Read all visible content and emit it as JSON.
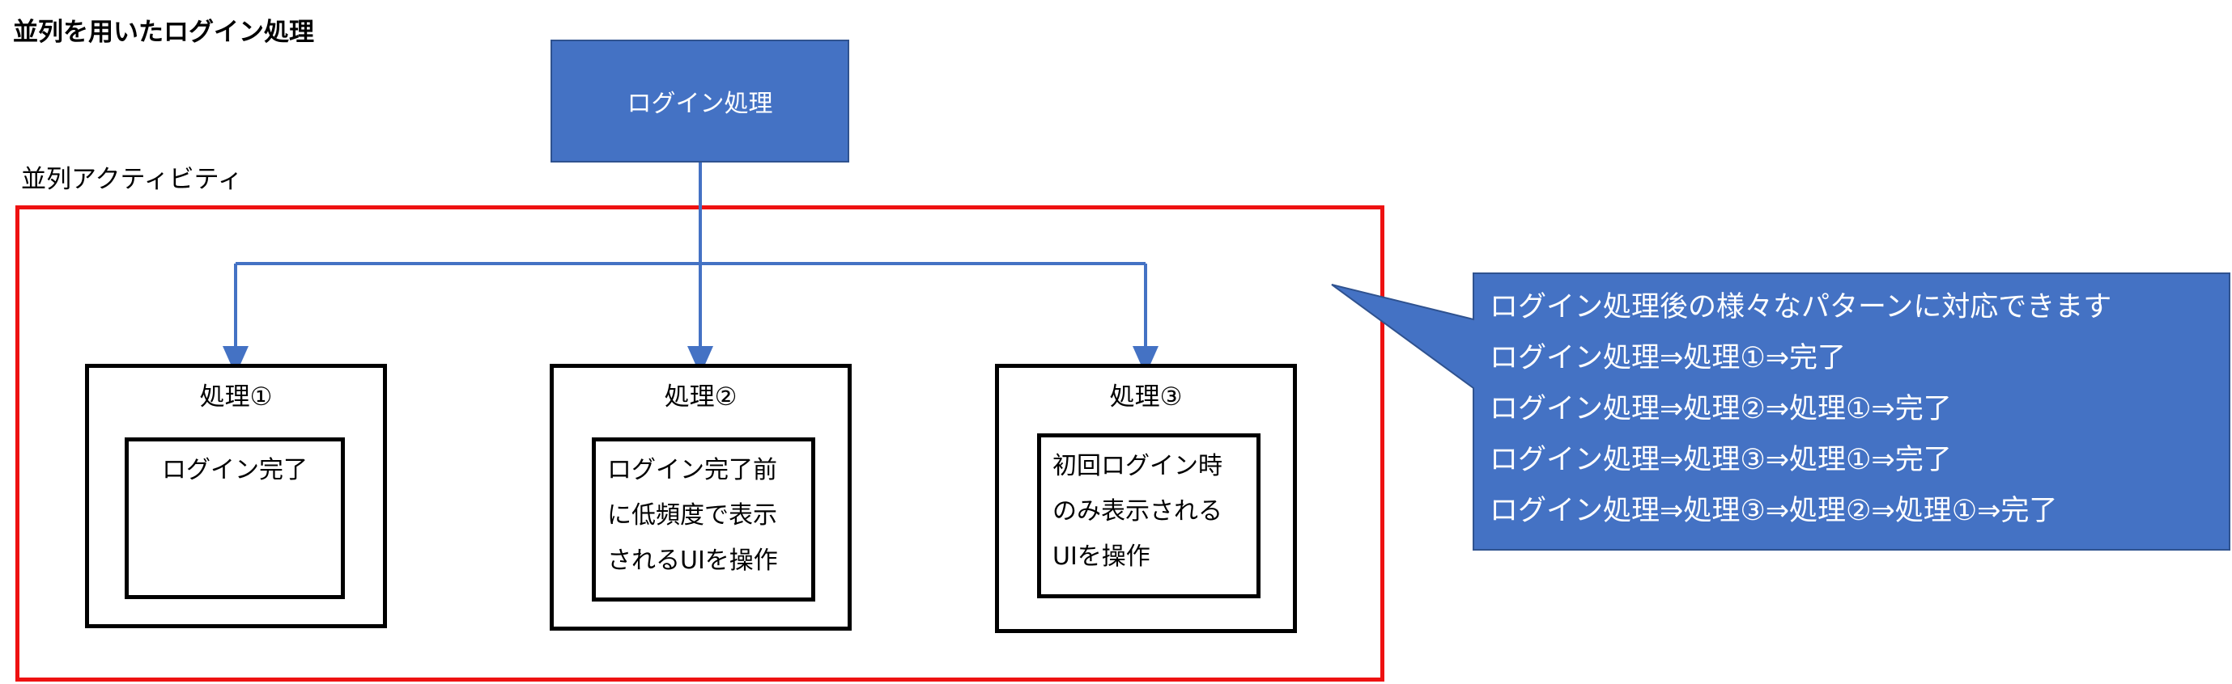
{
  "title": "並列を用いたログイン処理",
  "top_box": {
    "label": "ログイン処理"
  },
  "parallel_label": "並列アクティビティ",
  "processes": [
    {
      "label": "処理①",
      "lines": [
        "ログイン完了"
      ]
    },
    {
      "label": "処理②",
      "lines": [
        "ログイン完了前",
        "に低頻度で表示",
        "されるUIを操作"
      ]
    },
    {
      "label": "処理③",
      "lines": [
        "初回ログイン時",
        "のみ表示される",
        "UIを操作"
      ]
    }
  ],
  "callout": {
    "lines": [
      "ログイン処理後の様々なパターンに対応できます",
      "ログイン処理⇒処理①⇒完了",
      "ログイン処理⇒処理②⇒処理①⇒完了",
      "ログイン処理⇒処理③⇒処理①⇒完了",
      "ログイン処理⇒処理③⇒処理②⇒処理①⇒完了"
    ]
  },
  "colors": {
    "box_fill": "#4472c4",
    "box_border": "#2f528f",
    "frame": "#ee1111",
    "connector": "#4472c4"
  }
}
